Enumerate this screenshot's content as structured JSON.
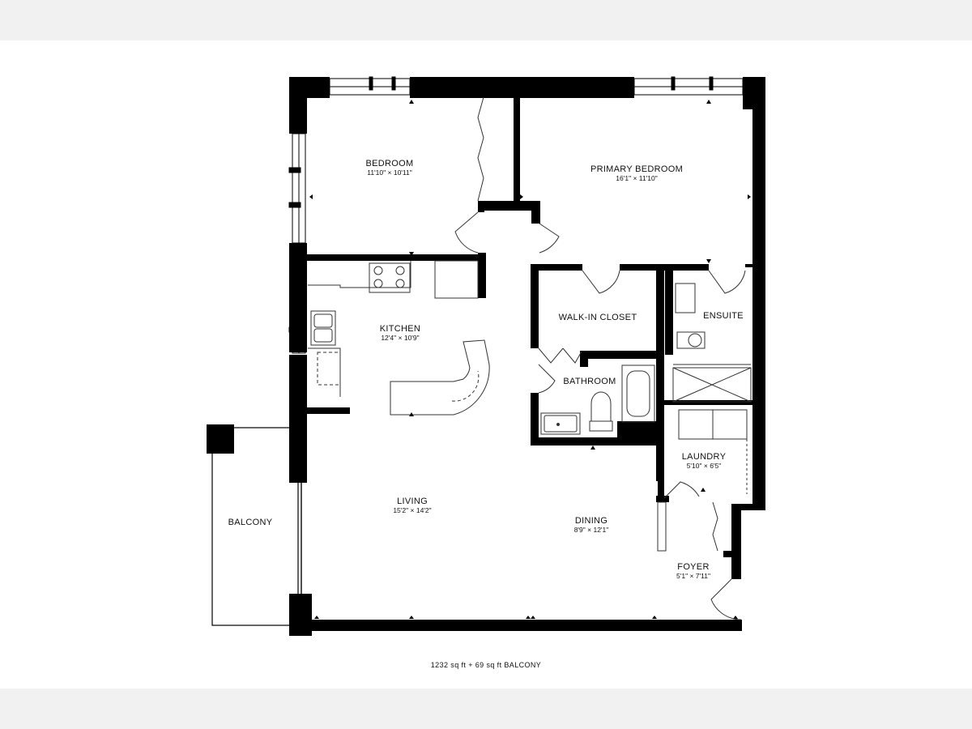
{
  "rooms": {
    "bedroom": {
      "name": "BEDROOM",
      "dims": "11'10\" × 10'11\""
    },
    "primary": {
      "name": "PRIMARY BEDROOM",
      "dims": "16'1\" × 11'10\""
    },
    "kitchen": {
      "name": "KITCHEN",
      "dims": "12'4\" × 10'9\""
    },
    "closet": {
      "name": "WALK-IN CLOSET"
    },
    "ensuite": {
      "name": "ENSUITE"
    },
    "bathroom": {
      "name": "BATHROOM"
    },
    "laundry": {
      "name": "LAUNDRY",
      "dims": "5'10\" × 6'5\""
    },
    "living": {
      "name": "LIVING",
      "dims": "15'2\" × 14'2\""
    },
    "dining": {
      "name": "DINING",
      "dims": "8'9\" × 12'1\""
    },
    "foyer": {
      "name": "FOYER",
      "dims": "5'1\" × 7'11\""
    },
    "balcony": {
      "name": "BALCONY"
    }
  },
  "area_note": "1232 sq ft + 69 sq ft BALCONY",
  "colors": {
    "wall": "#000000",
    "fixture": "#333333",
    "background": "#ffffff"
  }
}
